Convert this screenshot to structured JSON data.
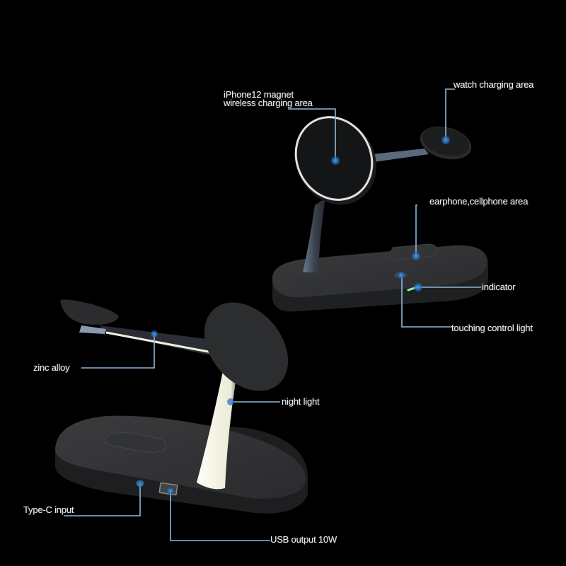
{
  "colors": {
    "background": "#000000",
    "device_body": "#2b2c2e",
    "device_edge": "#1a1b1c",
    "callout_line": "#8fb8dc",
    "callout_dot": "#2a7fd0",
    "night_light": "#f3f2e4",
    "indicator_green": "#7dff9a",
    "label_text": "#e8e8e8"
  },
  "top_device": {
    "labels": {
      "iphone_area_line1": "iPhone12 magnet",
      "iphone_area_line2": "wireless charging area",
      "watch_area": "watch charging area",
      "earphone_area": "earphone,cellphone area",
      "indicator": "indicator",
      "touch_light": "touching control light"
    }
  },
  "bottom_device": {
    "labels": {
      "zinc_alloy": "zinc alloy",
      "night_light": "night light",
      "type_c": "Type-C input",
      "usb_output": "USB output 10W"
    }
  }
}
